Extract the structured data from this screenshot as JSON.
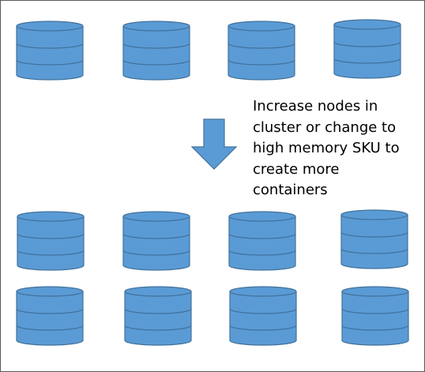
{
  "caption_lines": [
    "Increase nodes in",
    "cluster or change to",
    "high memory SKU to",
    "create more",
    "containers"
  ],
  "colors": {
    "fill": "#5b9bd5",
    "stroke": "#41719c",
    "background": "#ffffff",
    "border": "#5a5a5a",
    "text": "#000000"
  },
  "icons": {
    "database": "database-cylinder-icon",
    "arrow": "arrow-down-icon"
  },
  "counts": {
    "before_cluster": 4,
    "after_cluster": 8
  }
}
